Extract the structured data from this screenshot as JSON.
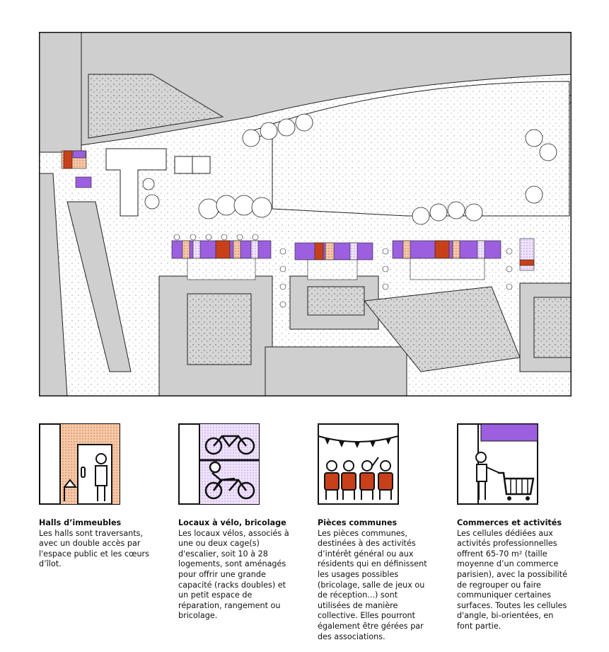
{
  "colors": {
    "purple": "#9b5fe0",
    "red": "#c8401a",
    "peach": "#f4c9a8",
    "gray": "#cfcfcf"
  },
  "legend": [
    {
      "title": "Halls d’immeubles",
      "text": "Les halls sont traversants, avec un double accès par l'espace public et les cœurs d’îlot.",
      "icon": "building-hall-icon"
    },
    {
      "title": "Locaux à vélo, bricolage",
      "text": "Les locaux vélos, associés à une ou deux cage(s) d'escalier, soit 10 à 28 logements, sont aménagés pour offrir une grande capacité (racks doubles) et un petit espace de réparation, rangement ou bricolage.",
      "icon": "bicycle-storage-icon"
    },
    {
      "title": "Pièces communes",
      "text": "Les pièces communes, destinées à des activités d’intérêt général ou aux résidents qui en définissent les usages possibles (bricolage, salle de jeux ou de réception...) sont utilisées de manière collective. Elles pourront également être gérées par des associations.",
      "icon": "common-room-icon"
    },
    {
      "title": "Commerces et activités",
      "text": "Les cellules dédiées aux activités professionnelles offrent 65-70 m² (taille moyenne d’un commerce parisien), avec la possibilité de regrouper ou faire communiquer certaines surfaces. Toutes les cellules d'angle, bi-orientées, en font partie.",
      "icon": "shop-cart-icon"
    }
  ]
}
